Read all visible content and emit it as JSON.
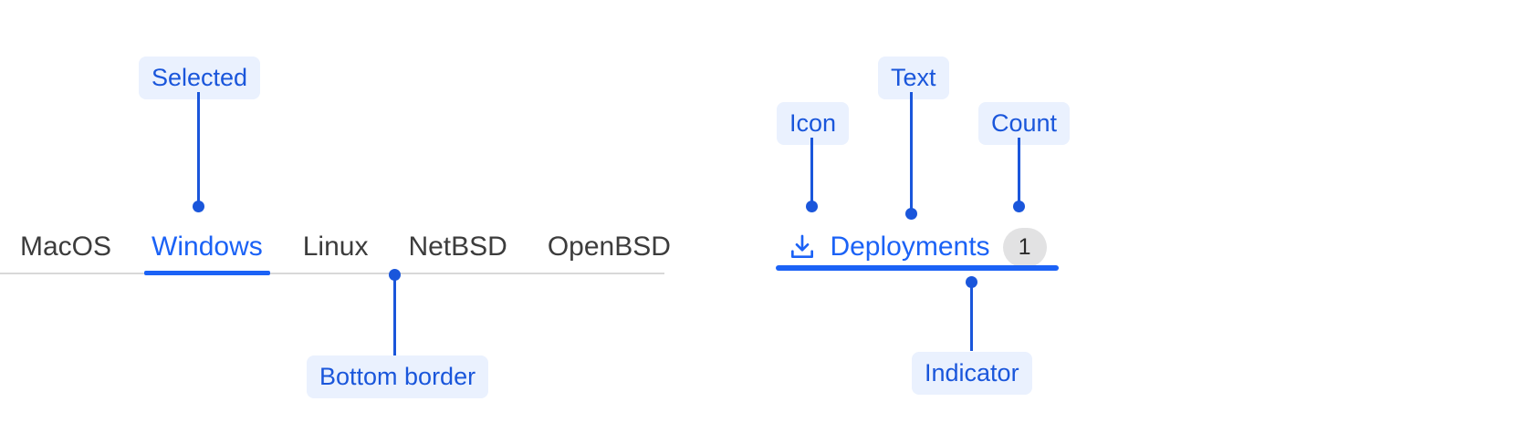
{
  "colors": {
    "accent": "#1B62F6",
    "annotation": "#1A56DB",
    "annotation_bg": "#EAF1FE",
    "tab_text": "#3C3C3C",
    "border": "#D8D8D8",
    "badge_bg": "#E2E2E3",
    "badge_text": "#2B2B2B"
  },
  "tab_strip": {
    "tabs": [
      {
        "label": "MacOS",
        "selected": false
      },
      {
        "label": "Windows",
        "selected": true
      },
      {
        "label": "Linux",
        "selected": false
      },
      {
        "label": "NetBSD",
        "selected": false
      },
      {
        "label": "OpenBSD",
        "selected": false
      }
    ]
  },
  "deployments_tab": {
    "icon": "download-tray-icon",
    "label": "Deployments",
    "count": "1",
    "selected": true
  },
  "annotations": [
    {
      "id": "selected",
      "label": "Selected"
    },
    {
      "id": "bottom-border",
      "label": "Bottom border"
    },
    {
      "id": "icon",
      "label": "Icon"
    },
    {
      "id": "text",
      "label": "Text"
    },
    {
      "id": "count",
      "label": "Count"
    },
    {
      "id": "indicator",
      "label": "Indicator"
    }
  ]
}
